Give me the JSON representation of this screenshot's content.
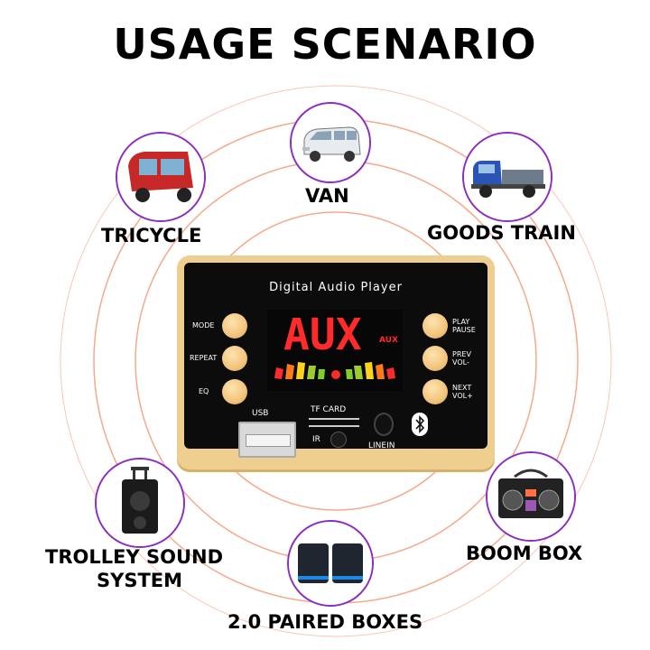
{
  "title": "USAGE SCENARIO",
  "scenarios": {
    "van": "VAN",
    "tricycle": "TRICYCLE",
    "goods_train": "GOODS TRAIN",
    "trolley_line1": "TROLLEY SOUND",
    "trolley_line2": "SYSTEM",
    "boom_box": "BOOM BOX",
    "paired_boxes": "2.0 PAIRED BOXES"
  },
  "device": {
    "title": "Digital Audio Player",
    "display_text": "AUX",
    "display_sub": "AUX",
    "buttons_left": [
      "MODE",
      "REPEAT",
      "EQ"
    ],
    "buttons_right": [
      {
        "line1": "PLAY",
        "line2": "PAUSE"
      },
      {
        "line1": "PREV",
        "line2": "VOL-"
      },
      {
        "line1": "NEXT",
        "line2": "VOL+"
      }
    ],
    "usb": "USB",
    "tf_card": "TF CARD",
    "ir": "IR",
    "linein": "LINEIN"
  },
  "colors": {
    "ring": "#f6a98a",
    "icon_border": "#8b2dbf",
    "button": "#f3c47c",
    "display_red": "#ff2a2a",
    "display_yellow": "#ffd21e",
    "bezel": "#efcf8f"
  }
}
